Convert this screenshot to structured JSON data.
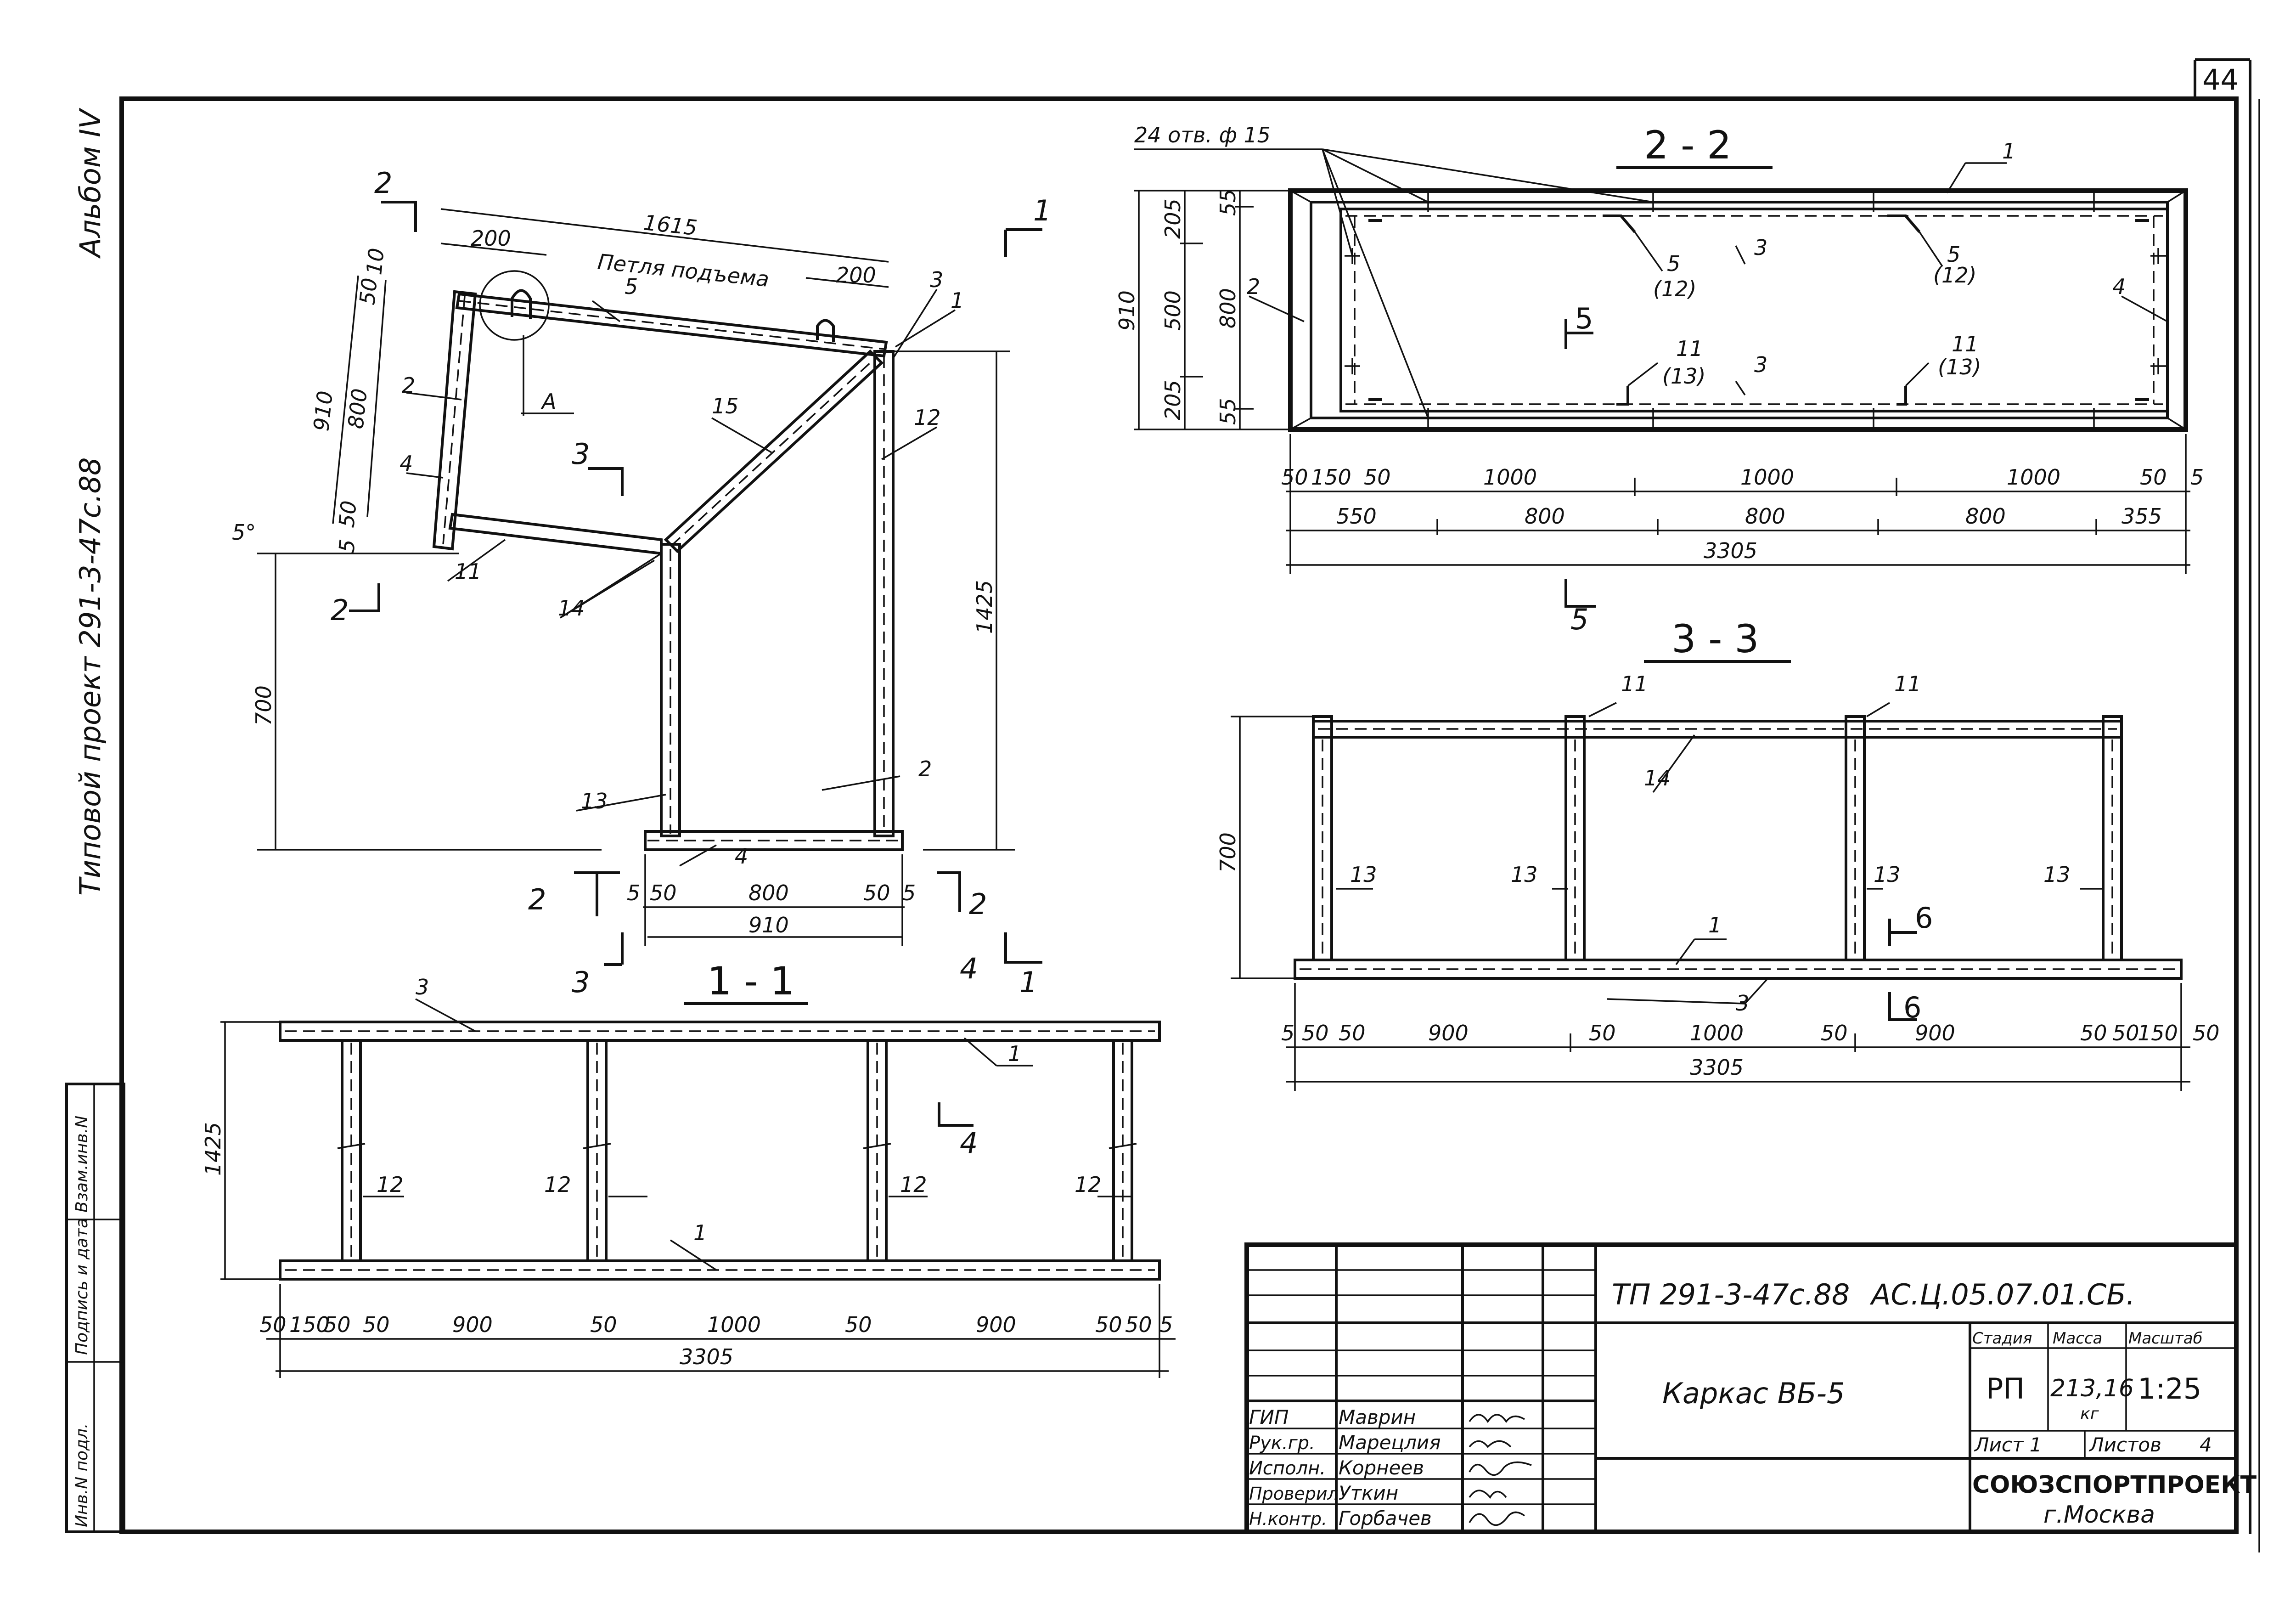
{
  "sheet": {
    "page_number": "44",
    "side_album": "Альбом IV",
    "side_project": "Типовой проект 291-3-47с.88",
    "side_stamp_labels": [
      "Инв.N подл.",
      "Подпись и дата",
      "Взам.инв.N"
    ]
  },
  "views": {
    "side_view": {
      "lift_loop_label": "Петля подъема",
      "detail_label": "A",
      "angle_label": "5°",
      "dims": [
        "1615",
        "200",
        "200",
        "10",
        "50",
        "910",
        "800",
        "50",
        "5",
        "700",
        "1425",
        "5",
        "50",
        "800",
        "50",
        "5",
        "910"
      ],
      "part_labels": [
        "2",
        "4",
        "5",
        "3",
        "1",
        "15",
        "12",
        "11",
        "14",
        "13",
        "2",
        "4"
      ],
      "section_marks": [
        "2",
        "2",
        "1",
        "1",
        "3",
        "3",
        "2",
        "2",
        "4",
        "4"
      ]
    },
    "section_1_1": {
      "title": "1 - 1",
      "dims_row": [
        "50",
        "150",
        "50",
        "50",
        "900",
        "50",
        "1000",
        "50",
        "900",
        "50",
        "50",
        "5"
      ],
      "total": "3305",
      "height": "1425",
      "part_labels": [
        "3",
        "1",
        "12",
        "12",
        "12",
        "12",
        "1"
      ]
    },
    "section_2_2": {
      "title": "2 - 2",
      "holes_note": "24 отв. ф 15",
      "view_mark": "5",
      "dims_left": [
        "910",
        "205",
        "500",
        "205",
        "55",
        "800",
        "55"
      ],
      "dims_row1": [
        "50",
        "150",
        "50",
        "1000",
        "1000",
        "1000",
        "50",
        "5"
      ],
      "dims_row2": [
        "550",
        "800",
        "800",
        "800",
        "355"
      ],
      "total": "3305",
      "part_labels": [
        "1",
        "2",
        "3",
        "5",
        "(12)",
        "5",
        "(12)",
        "4",
        "11",
        "(13)",
        "3",
        "11",
        "(13)"
      ]
    },
    "section_3_3": {
      "title": "3 - 3",
      "view_mark": "6",
      "height": "700",
      "dims_row": [
        "5",
        "50",
        "50",
        "900",
        "50",
        "1000",
        "50",
        "900",
        "50",
        "50",
        "150",
        "50"
      ],
      "total": "3305",
      "part_labels": [
        "11",
        "11",
        "14",
        "13",
        "13",
        "13",
        "13",
        "1",
        "3"
      ]
    }
  },
  "title_block": {
    "doc_code": "ТП 291-3-47с.88",
    "doc_mark": "АС.Ц.05.07.01.СБ.",
    "name": "Каркас ВБ-5",
    "col_stage": "Стадия",
    "col_mass": "Масса",
    "col_scale": "Масштаб",
    "stage": "РП",
    "mass": "213,16",
    "mass_unit": "кг",
    "scale": "1:25",
    "sheet_label": "Лист 1",
    "sheets_label": "Листов",
    "sheets_count": "4",
    "org": "СОЮЗСПОРТПРОЕКТ",
    "city": "г.Москва",
    "signatures": [
      {
        "role": "ГИП",
        "name": "Маврин"
      },
      {
        "role": "Рук.гр.",
        "name": "Марецлия"
      },
      {
        "role": "Исполн.",
        "name": "Корнеев"
      },
      {
        "role": "Проверил",
        "name": "Уткин"
      },
      {
        "role": "Н.контр.",
        "name": "Горбачев"
      }
    ]
  }
}
